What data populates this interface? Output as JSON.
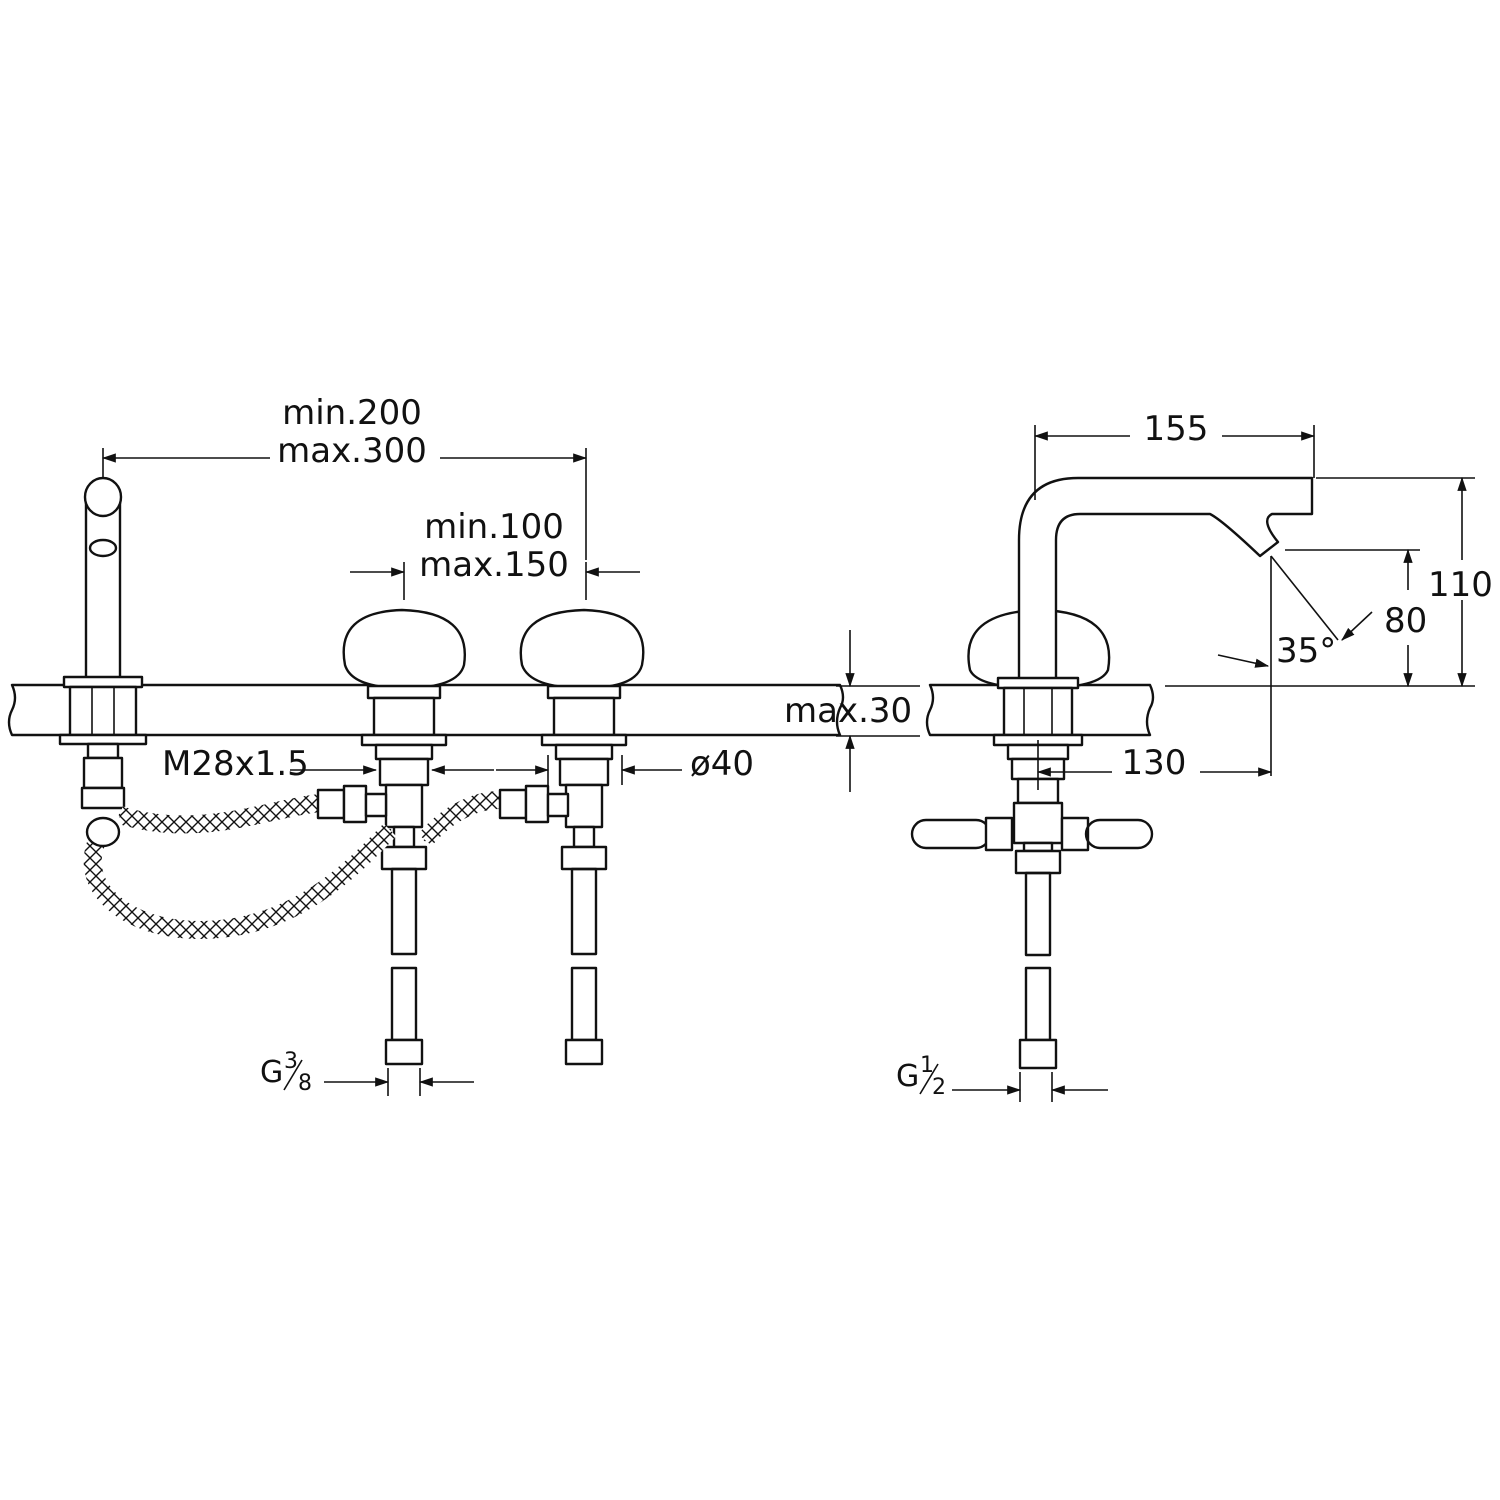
{
  "dimensions": {
    "spread_min": "min.200",
    "spread_max": "max.300",
    "handle_spacing_min": "min.100",
    "handle_spacing_max": "max.150",
    "thread": "M28x1.5",
    "hole_diameter": "ø40",
    "spout_reach": "155",
    "spout_height": "110",
    "outlet_height": "80",
    "angle": "35°",
    "deck_thickness": "max.30",
    "centre_to_outlet": "130"
  },
  "connections": {
    "left": {
      "g": "G",
      "num": "3",
      "den": "8"
    },
    "right": {
      "g": "G",
      "num": "1",
      "den": "2"
    }
  },
  "colors": {
    "line": "#111111",
    "background": "#ffffff"
  }
}
